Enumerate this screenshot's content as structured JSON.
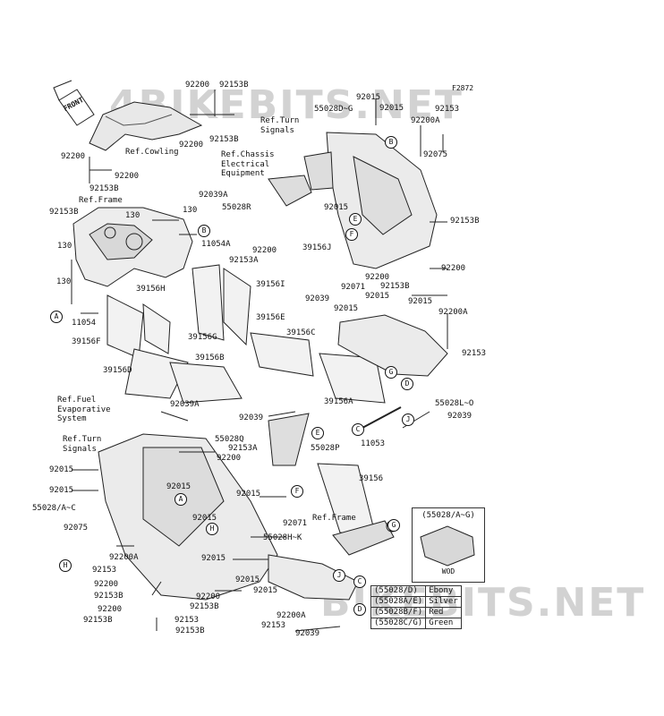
{
  "watermarks": [
    "4BIKEBITS.NET",
    "BIKEBITS.NET"
  ],
  "figure_no": "F2872",
  "front_marker": "FRONT",
  "refs": [
    "Ref.Turn\nSignals",
    "Ref.Chassis\nElectrical\nEquipment",
    "Ref.Cowling",
    "Ref.Frame",
    "Ref.Fuel\nEvaporative\nSystem",
    "Ref.Turn\nSignals",
    "Ref.Frame"
  ],
  "labels": [
    "92200",
    "92153B",
    "92015",
    "55028D~G",
    "92015",
    "92153",
    "92200A",
    "92200",
    "92153B",
    "92200",
    "92153B",
    "92200",
    "92153B",
    "92039A",
    "55028R",
    "92015",
    "92075",
    "130",
    "130",
    "11054A",
    "92200",
    "92153A",
    "39156J",
    "92153B",
    "92200",
    "130",
    "130",
    "11054",
    "39156H",
    "39156I",
    "39156E",
    "39156F",
    "39156G",
    "39156C",
    "92200",
    "92153B",
    "92071",
    "92039",
    "92015",
    "92015",
    "92015",
    "92200A",
    "92153",
    "39156D",
    "39156B",
    "39156A",
    "55028L~O",
    "92039",
    "92039A",
    "92039",
    "11053",
    "55028Q",
    "92153A",
    "55028P",
    "92200",
    "92015",
    "92015",
    "92015",
    "55028/A~C",
    "92015",
    "39156",
    "92071",
    "92075",
    "92015",
    "55028H~K",
    "92200A",
    "92153",
    "92153B",
    "92015",
    "92200",
    "92015",
    "92153B",
    "92200",
    "92015",
    "92153B",
    "92200A",
    "92200",
    "92153",
    "92153B",
    "92039"
  ],
  "callouts": [
    "B",
    "B",
    "E",
    "F",
    "A",
    "G",
    "D",
    "C",
    "J",
    "E",
    "F",
    "A",
    "H",
    "H",
    "G",
    "C",
    "D",
    "J"
  ],
  "inset": {
    "title": "(55028/A~G)",
    "note": "WOD"
  },
  "legend": [
    {
      "code": "(55028/D)",
      "color": "Ebony"
    },
    {
      "code": "(55028A/E)",
      "color": "Silver"
    },
    {
      "code": "(55028B/F)",
      "color": "Red"
    },
    {
      "code": "(55028C/G)",
      "color": "Green"
    }
  ]
}
